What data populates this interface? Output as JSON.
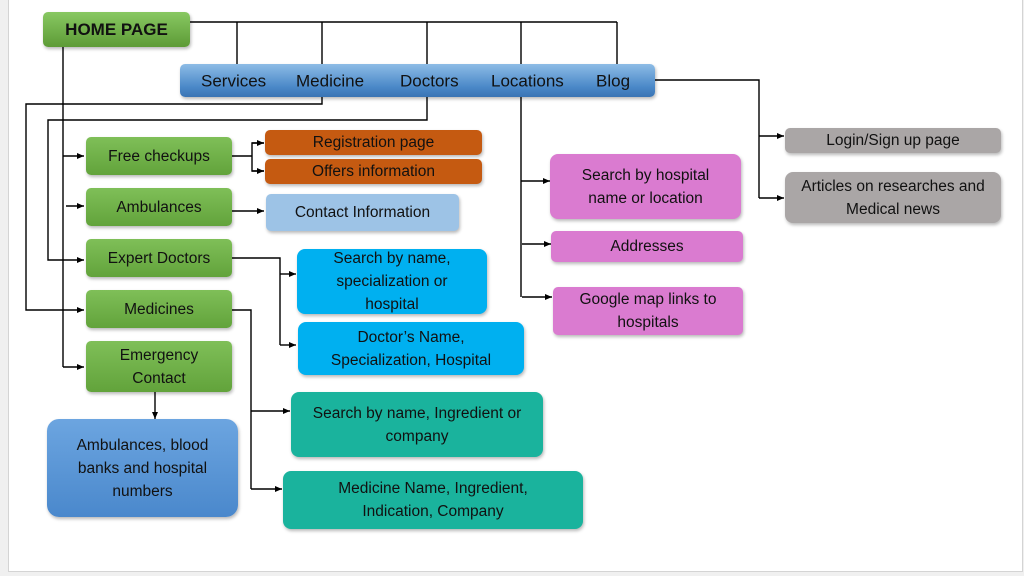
{
  "diagram": {
    "home": "HOME PAGE",
    "nav": [
      "Services",
      "Medicine",
      "Doctors",
      "Locations",
      "Blog"
    ],
    "services": {
      "free_checkups": "Free checkups",
      "ambulances": "Ambulances",
      "expert_doctors": "Expert Doctors",
      "medicines": "Medicines",
      "emergency_contact": "Emergency Contact"
    },
    "free_checkups_children": [
      "Registration page",
      "Offers information"
    ],
    "ambulances_children": [
      "Contact Information"
    ],
    "expert_doctors_children": [
      "Search by name, specialization or hospital",
      "Doctor’s Name, Specialization, Hospital"
    ],
    "medicines_children": [
      "Search by name, Ingredient or company",
      "Medicine Name, Ingredient, Indication, Company"
    ],
    "emergency_children": [
      "Ambulances, blood banks and hospital numbers"
    ],
    "locations_children": [
      "Search by hospital name or location",
      "Addresses",
      "Google map links to hospitals"
    ],
    "blog_children": [
      "Login/Sign up page",
      "Articles on researches and Medical news"
    ]
  },
  "colors": {
    "home_green": "#70ad47",
    "nav_blue": "#5b9bd5",
    "orange": "#c55a11",
    "light_blue": "#9dc3e6",
    "cyan": "#00b0f0",
    "teal": "#1ab39d",
    "pink": "#da7bd0",
    "grey": "#aaa6a6"
  }
}
